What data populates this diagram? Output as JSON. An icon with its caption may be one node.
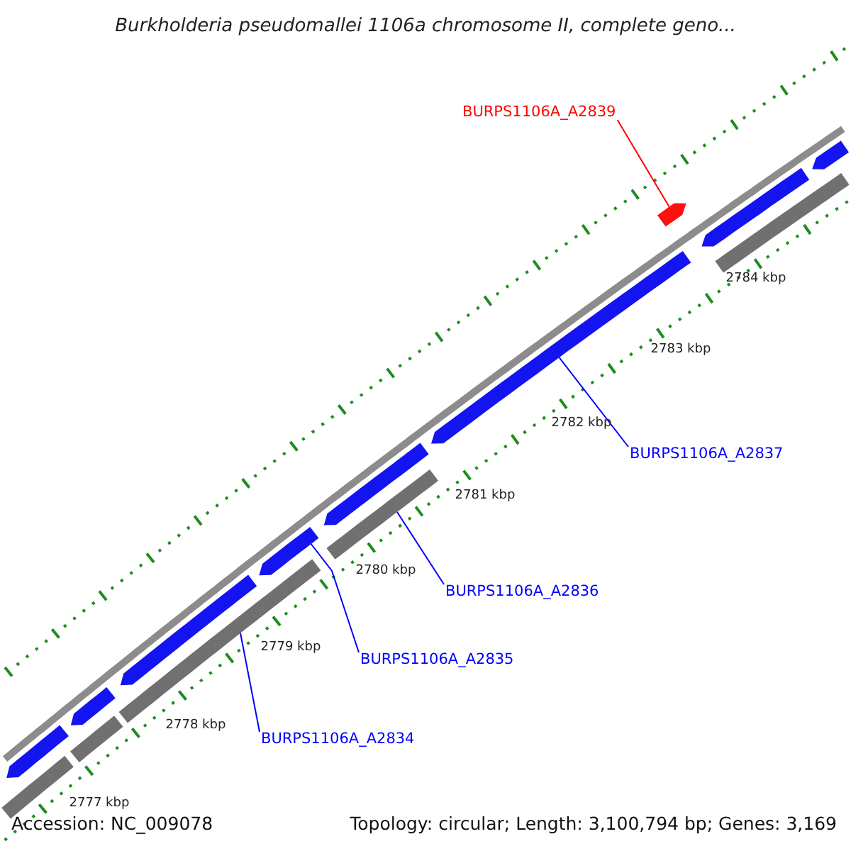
{
  "diagram": {
    "title": "Burkholderia pseudomallei 1106a chromosome II, complete geno...",
    "nodes": [
      {
        "text": [
          "BURPS1106A_A2839"
        ]
      },
      {
        "text": [
          "BURPS1106A_A2837"
        ]
      },
      {
        "text": [
          "BURPS1106A_A2836"
        ]
      },
      {
        "text": [
          "BURPS1106A_A2835"
        ]
      },
      {
        "text": [
          "BURPS1106A_A2834"
        ]
      },
      {
        "text": [],
        "shape": "bar"
      },
      {
        "text": [],
        "shape": "arrow"
      },
      {
        "text": [],
        "shape": "bar"
      },
      {
        "text": [],
        "shape": "arrow"
      },
      {
        "text": [],
        "shape": "bar"
      },
      {
        "text": [],
        "shape": "arrow"
      },
      {
        "text": [],
        "shape": "arrow"
      },
      {
        "text": [],
        "shape": "bar"
      },
      {
        "text": [],
        "shape": "arrow"
      },
      {
        "text": [],
        "shape": "arrow"
      },
      {
        "text": [],
        "shape": "arrow"
      },
      {
        "text": [],
        "shape": "arrow"
      },
      {
        "text": [],
        "shape": "bar"
      },
      {
        "text": [],
        "shape": "arrow"
      }
    ],
    "edges": [
      {
        "from": 0,
        "to": 15,
        "arrow": "none",
        "color": "#ff0000"
      },
      {
        "from": 1,
        "to": 14,
        "arrow": "none"
      },
      {
        "from": 2,
        "to": 12,
        "arrow": "none"
      },
      {
        "from": 3,
        "to": 11,
        "arrow": "none"
      },
      {
        "from": 4,
        "to": 9,
        "arrow": "none"
      }
    ],
    "labels": [
      "2784 kbp",
      "2783 kbp",
      "2782 kbp",
      "2781 kbp",
      "2780 kbp",
      "2779 kbp",
      "2778 kbp",
      "2777 kbp",
      "Accession: NC_009078",
      "Topology: circular; Length: 3,100,794 bp; Genes: 3,169"
    ]
  }
}
